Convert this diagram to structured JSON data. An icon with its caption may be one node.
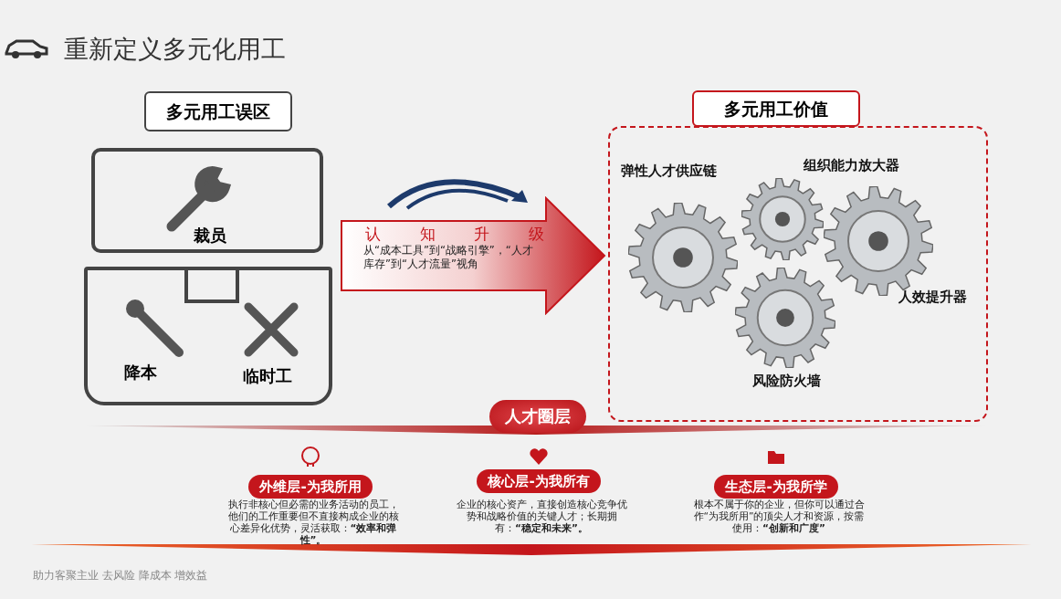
{
  "diagram": {
    "title": "重新定义多元化用工",
    "nodes": [
      {
        "text": [
          "多元用工误区"
        ]
      },
      {
        "text": [
          "裁员"
        ]
      },
      {
        "text": [
          "降本",
          "临时工"
        ]
      },
      {
        "text": [
          "认知升级",
          "从“成本工具”到“战略引擎”，“人才库存”到“人才流量”视角"
        ]
      },
      {
        "text": [
          "多元用工价值"
        ]
      },
      {
        "text": [],
        "shape": "box"
      },
      {
        "text": [
          "弹性人才供应链"
        ],
        "in": 5
      },
      {
        "text": [
          "组织能力放大器"
        ],
        "in": 5
      },
      {
        "text": [
          "人效提升器"
        ],
        "in": 5
      },
      {
        "text": [
          "风险防火墙"
        ],
        "in": 5
      },
      {
        "text": [
          "人才圈层"
        ]
      },
      {
        "text": [
          "外维层-为我所用"
        ],
        "beside": [
          "执行非核心但必需的业务活动的员工，他们的工作重要但不直接构成企业的核心差异化优势，灵活获取：**“效率和弹性”。**"
        ]
      },
      {
        "text": [
          "核心层-为我所有"
        ],
        "beside": [
          "企业的核心资产，直接创造核心竞争优势和战略价值的关键人才；长期拥有：**“稳定和未来”。**"
        ]
      },
      {
        "text": [
          "生态层-为我所学"
        ],
        "beside": [
          "根本不属于你的企业，但你可以通过合作“为我所用”的顶尖人才和资源，按需使用：**“创新和广度”**"
        ]
      }
    ],
    "labels": [
      "助力客聚主业 去风险 降成本 增效益"
    ]
  }
}
